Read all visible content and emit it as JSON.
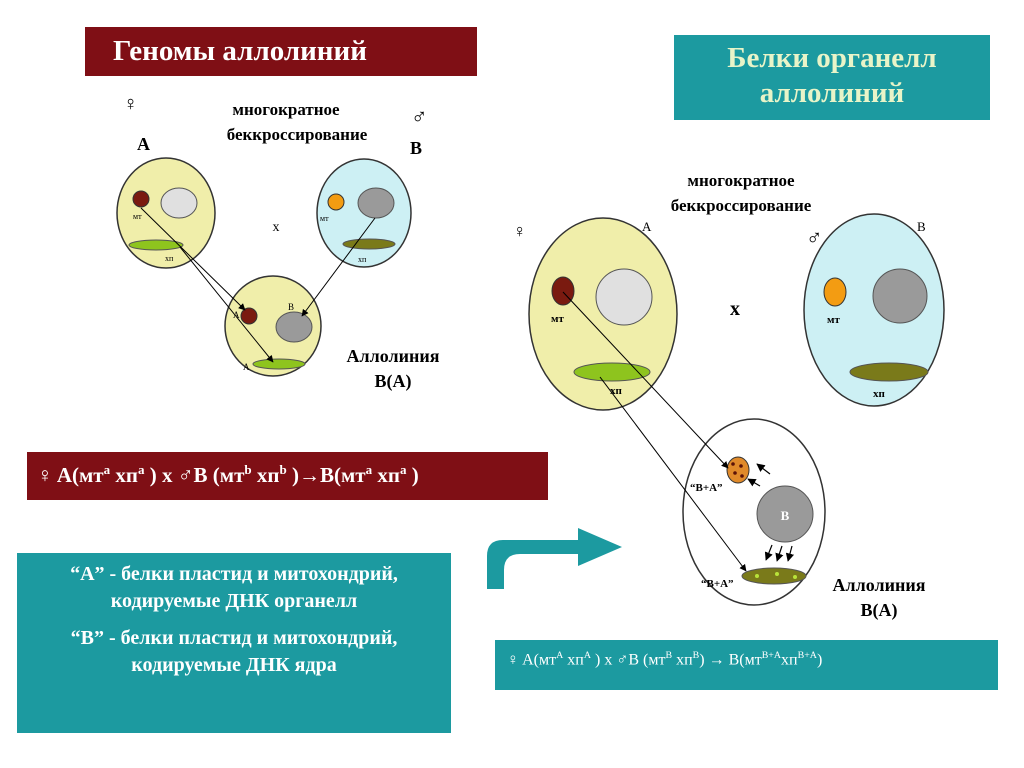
{
  "left": {
    "title": "Геномы аллолиний",
    "female_symbol": "♀",
    "male_symbol": "♂",
    "label_a": "A",
    "label_b": "B",
    "cross_text": "многократное\nбеккроссирование",
    "cross_symbol": "x",
    "mt": "мт",
    "xp": "хп",
    "child_a1": "A",
    "child_a2": "A",
    "child_b": "B",
    "result": "Аллолиния\nB(A)",
    "formula": {
      "p1": "♀ A(мт",
      "s1": "a",
      "p2": " хп",
      "s2": "a",
      "p3": " ) x ♂B (мт",
      "s3": "b",
      "p4": " хп",
      "s4": "b",
      "p5": " )→B(мт",
      "s5": "a",
      "p6": " хп",
      "s6": "a",
      "p7": " )"
    }
  },
  "right": {
    "title": "Белки органелл\nаллолиний",
    "cross_text": "многократное\nбеккроссирование",
    "female_symbol": "♀",
    "male_symbol": "♂",
    "label_a": "A",
    "label_b": "B",
    "cross_symbol": "x",
    "mt": "мт",
    "xp": "хп",
    "ba1": "“B+A”",
    "ba2": "“B+A”",
    "nucleus_b": "B",
    "result": "Аллолиния\nB(A)",
    "formula": {
      "p1": "♀ A(мт",
      "s1": "A",
      "p2": " хп",
      "s2": "A",
      "p3": " ) x ♂B (мт",
      "s3": "B",
      "p4": " хп",
      "s4": "B",
      "p5": ")   → B(мт",
      "s5": "B+A",
      "p6": "хп",
      "s6": "B+A",
      "p7": ")"
    }
  },
  "legend": {
    "a_line1": "“A” - белки пластид и митохондрий,",
    "a_line2": "кодируемые ДНК органелл",
    "b_line1": "“B” - белки пластид и митохондрий,",
    "b_line2": "кодируемые ДНК ядра"
  },
  "colors": {
    "dark_red": "#7f0f15",
    "teal": "#1c9aa0",
    "cell_a_fill": "#f0eeaa",
    "cell_b_fill": "#cdf0f4",
    "mito_a": "#7a1a10",
    "mito_b": "#f39c12",
    "nucleus_a": "#e0e0e0",
    "nucleus_b": "#9a9a9a",
    "plastid_a": "#8ec41e",
    "plastid_b": "#7a7a1a"
  }
}
